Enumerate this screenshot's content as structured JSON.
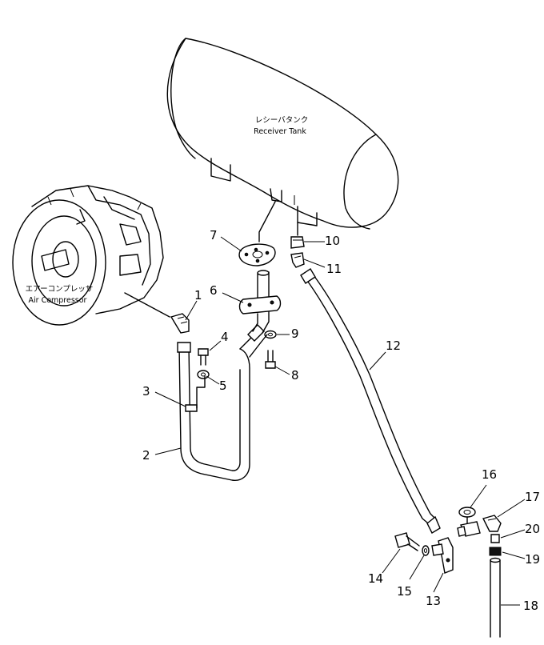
{
  "components": {
    "receiver_tank": {
      "label_jp": "レシーバタンク",
      "label_en": "Receiver Tank"
    },
    "air_compressor": {
      "label_jp": "エアーコンプレッサ",
      "label_en": "Air Compressor"
    }
  },
  "callouts": [
    "1",
    "2",
    "3",
    "4",
    "5",
    "6",
    "7",
    "8",
    "9",
    "10",
    "11",
    "12",
    "13",
    "14",
    "15",
    "16",
    "17",
    "18",
    "19",
    "20"
  ]
}
